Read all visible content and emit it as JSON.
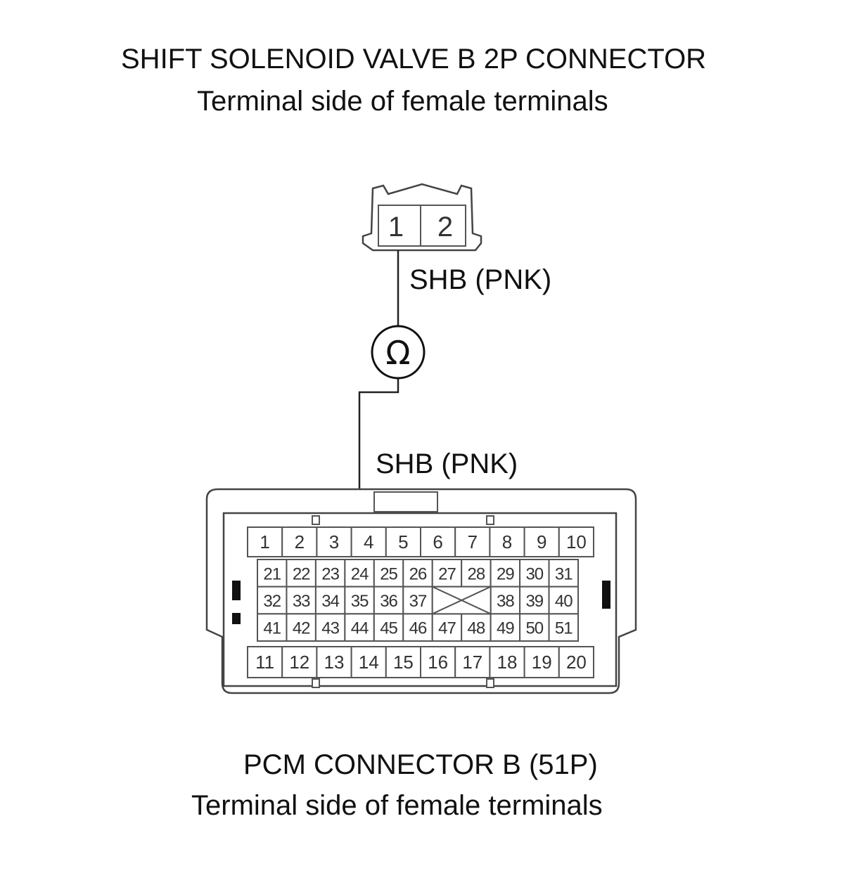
{
  "top_connector": {
    "title": "SHIFT SOLENOID VALVE B 2P CONNECTOR",
    "subtitle": "Terminal side of female terminals",
    "terminals": [
      "1",
      "2"
    ]
  },
  "wire_labels": {
    "upper": "SHB (PNK)",
    "lower": "SHB (PNK)"
  },
  "meter": {
    "symbol": "Ω"
  },
  "pcm_connector": {
    "title": "PCM CONNECTOR B (51P)",
    "subtitle": "Terminal side of female terminals",
    "row_top": [
      "1",
      "2",
      "3",
      "4",
      "5",
      "6",
      "7",
      "8",
      "9",
      "10"
    ],
    "row_2": [
      "21",
      "22",
      "23",
      "24",
      "25",
      "26",
      "27",
      "28",
      "29",
      "30",
      "31"
    ],
    "row_3_left": [
      "32",
      "33",
      "34",
      "35",
      "36",
      "37"
    ],
    "row_3_right": [
      "38",
      "39",
      "40"
    ],
    "row_4": [
      "41",
      "42",
      "43",
      "44",
      "45",
      "46",
      "47",
      "48",
      "49",
      "50",
      "51"
    ],
    "row_bottom": [
      "11",
      "12",
      "13",
      "14",
      "15",
      "16",
      "17",
      "18",
      "19",
      "20"
    ]
  },
  "colors": {
    "ink": "#111111",
    "outline": "#444444",
    "cell_stroke": "#555555"
  }
}
